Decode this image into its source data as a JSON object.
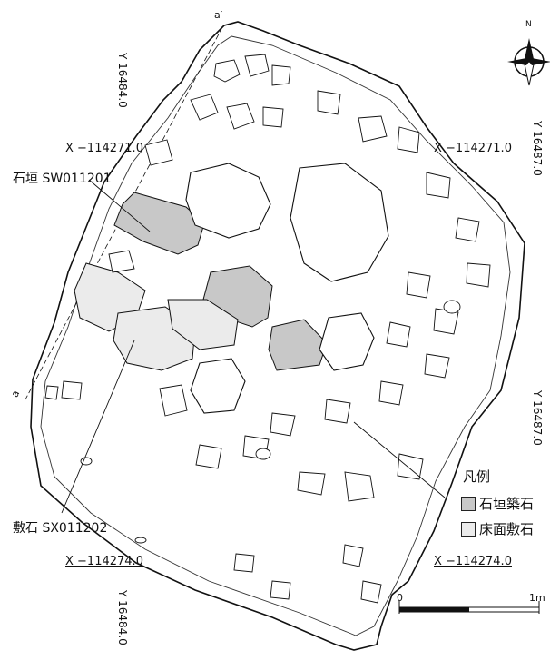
{
  "coords": {
    "y_top_left": "Y 16484.0",
    "x_top_left": "X −114271.0",
    "x_top_right": "X −114271.0",
    "y_top_right": "Y 16487.0",
    "y_mid_right": "Y 16487.0",
    "x_bottom_left": "X −114274.0",
    "x_bottom_right": "X −114274.0",
    "y_bottom_left": "Y 16484.0"
  },
  "section_marks": {
    "top": "a′",
    "left": "a"
  },
  "callouts": {
    "wall": "石垣 SW011201",
    "paving": "敷石 SX011202"
  },
  "legend": {
    "title": "凡例",
    "items": [
      {
        "label": "石垣築石",
        "color": "#c8c8c8"
      },
      {
        "label": "床面敷石",
        "color": "#ebebeb"
      }
    ]
  },
  "scale": {
    "start": "0",
    "end": "1m"
  },
  "north_arrow": {
    "icon": "north-arrow-icon",
    "label": "N"
  }
}
